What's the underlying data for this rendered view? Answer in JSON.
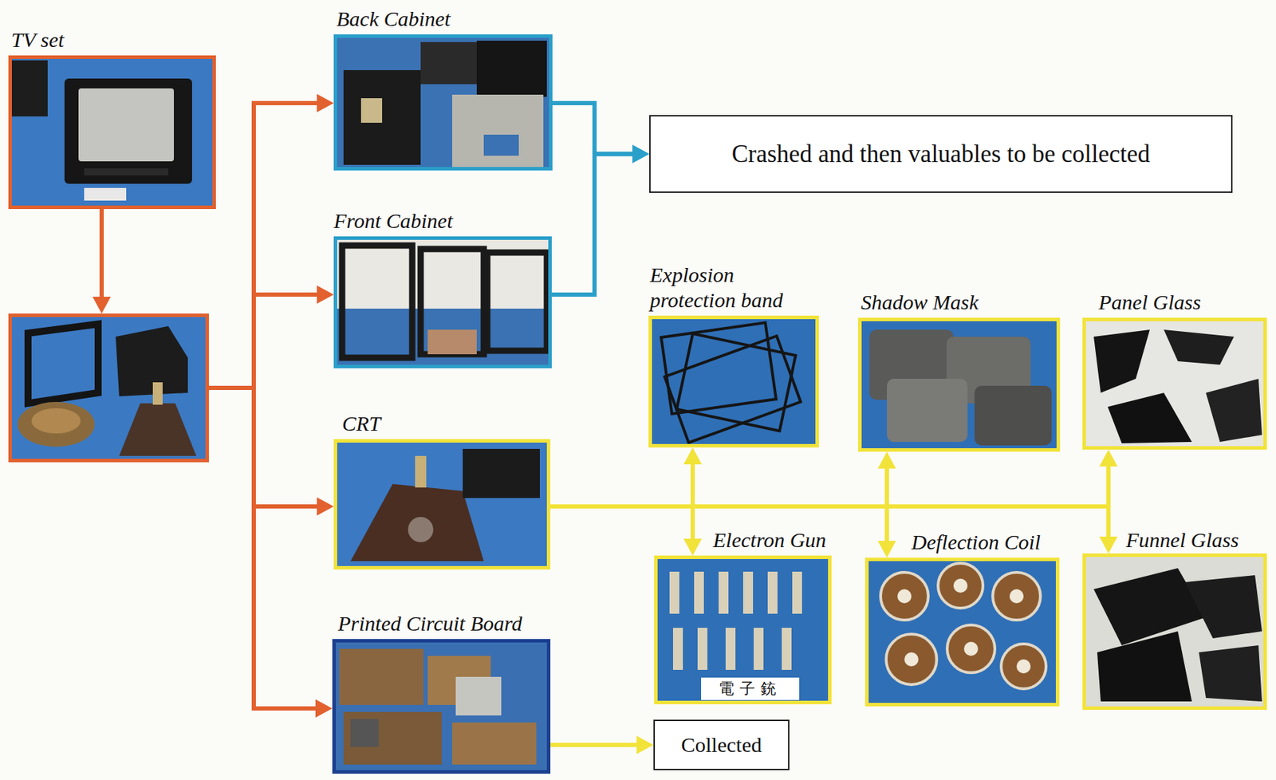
{
  "diagram": {
    "nodes": [
      {
        "text": [
          "TV set"
        ]
      },
      {
        "text": []
      },
      {
        "text": [
          "Back Cabinet"
        ]
      },
      {
        "text": [
          "Front Cabinet"
        ]
      },
      {
        "text": [
          "CRT"
        ]
      },
      {
        "text": [
          "Printed Circuit Board"
        ]
      },
      {
        "text": [
          "Crashed and then valuables to be collected"
        ]
      },
      {
        "text": [
          "Explosion protection band"
        ]
      },
      {
        "text": [
          "Shadow Mask"
        ]
      },
      {
        "text": [
          "Panel Glass"
        ]
      },
      {
        "text": [
          "Electron Gun"
        ]
      },
      {
        "text": [
          "Deflection Coil"
        ]
      },
      {
        "text": [
          "Funnel Glass"
        ]
      },
      {
        "text": [
          "Collected"
        ]
      }
    ],
    "edges": [
      {
        "from": 0,
        "to": 1,
        "arrow": "to"
      },
      {
        "from": 1,
        "to": 2,
        "arrow": "to"
      },
      {
        "from": 1,
        "to": 3,
        "arrow": "to"
      },
      {
        "from": 1,
        "to": 4,
        "arrow": "to"
      },
      {
        "from": 1,
        "to": 5,
        "arrow": "to"
      },
      {
        "from": 2,
        "to": 6,
        "arrow": "to"
      },
      {
        "from": 3,
        "to": 6,
        "arrow": "to"
      },
      {
        "from": 4,
        "to": 7,
        "arrow": "to"
      },
      {
        "from": 4,
        "to": 8,
        "arrow": "to"
      },
      {
        "from": 4,
        "to": 9,
        "arrow": "to"
      },
      {
        "from": 4,
        "to": 10,
        "arrow": "to"
      },
      {
        "from": 4,
        "to": 11,
        "arrow": "to"
      },
      {
        "from": 4,
        "to": 12,
        "arrow": "to"
      },
      {
        "from": 5,
        "to": 13,
        "arrow": "to"
      }
    ],
    "labels": [
      "電子銃"
    ]
  }
}
